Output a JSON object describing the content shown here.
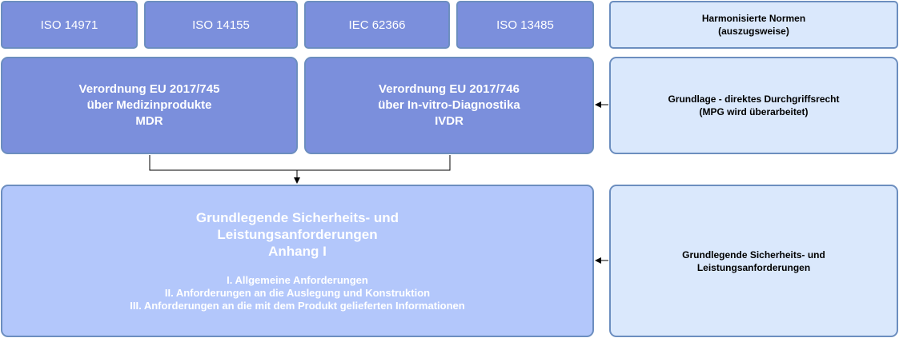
{
  "standards": [
    "ISO 14971",
    "ISO 14155",
    "IEC 62366",
    "ISO 13485"
  ],
  "harmonized": {
    "lines": [
      "Harmonisierte Normen",
      "(auszugsweise)"
    ]
  },
  "mdr": {
    "lines": [
      "Verordnung EU 2017/745",
      "über Medizinprodukte",
      "MDR"
    ]
  },
  "ivdr": {
    "lines": [
      "Verordnung EU 2017/746",
      "über In-vitro-Diagnostika",
      "IVDR"
    ]
  },
  "basis": {
    "lines": [
      "Grundlage - direktes Durchgriffsrecht",
      "(MPG wird überarbeitet)"
    ]
  },
  "requirements": {
    "title_lines": [
      "Grundlegende Sicherheits- und",
      "Leistungsanforderungen",
      "Anhang I"
    ],
    "items": [
      "I. Allgemeine Anforderungen",
      "II. Anforderungen an die Auslegung und Konstruktion",
      "III. Anforderungen an die mit dem Produkt gelieferten Informationen"
    ]
  },
  "requirements_label": {
    "lines": [
      "Grundlegende Sicherheits- und",
      "Leistungsanforderungen"
    ]
  },
  "colors": {
    "dark_fill": "#7b8fdc",
    "light_fill": "#dae8fc",
    "mid_fill": "#b3c7fb",
    "border": "#6c8ebf"
  }
}
